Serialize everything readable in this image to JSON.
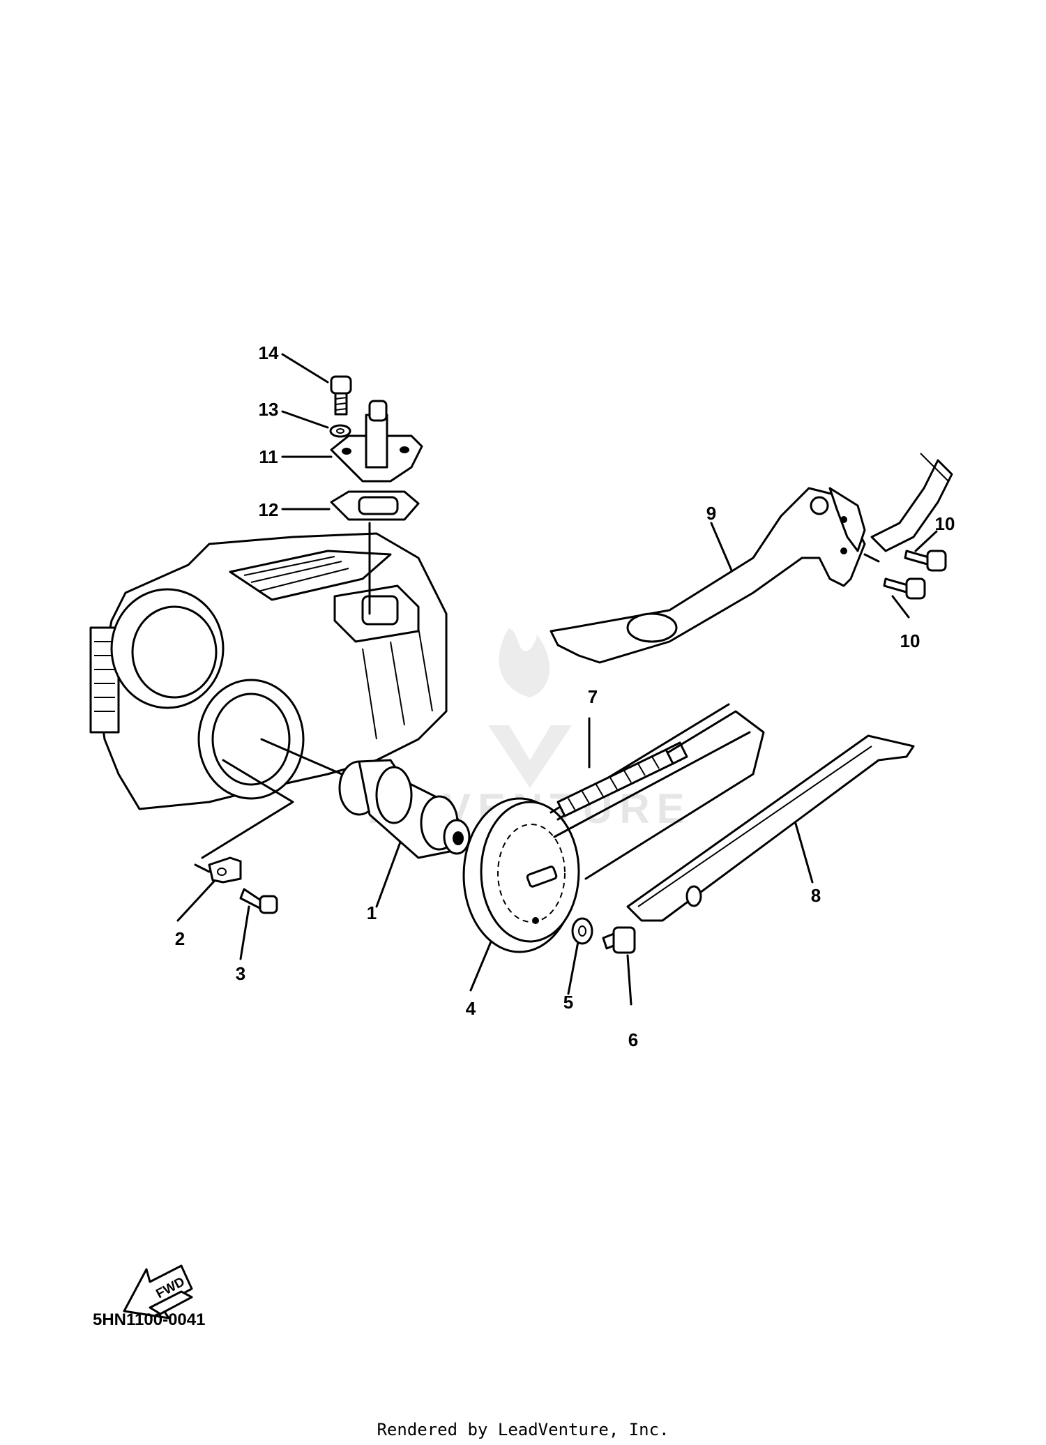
{
  "diagram": {
    "part_labels": {
      "p1": "1",
      "p2": "2",
      "p3": "3",
      "p4": "4",
      "p5": "5",
      "p6": "6",
      "p7": "7",
      "p8": "8",
      "p9": "9",
      "p10a": "10",
      "p10b": "10",
      "p11": "11",
      "p12": "12",
      "p13": "13",
      "p14": "14"
    },
    "diagram_code": "5HN1100-0041",
    "fwd_label": "FWD",
    "watermark": "ADVENTURE",
    "credit": "Rendered by LeadVenture, Inc."
  }
}
